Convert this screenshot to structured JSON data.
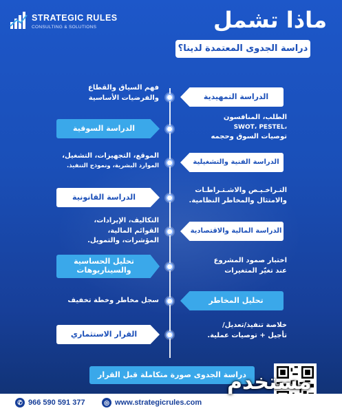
{
  "brand": {
    "title": "STRATEGIC RULES",
    "subtitle": "CONSULTING & SOLUTIONS"
  },
  "header": {
    "title": "ماذا تشمل",
    "subtitle": "دراسة الجدوى المعتمدة لدينا؟"
  },
  "steps": [
    {
      "label": "الدراسة التمهيدية",
      "lines": [
        "فهم السياق والقطاع",
        "والفرضيات الأساسية"
      ]
    },
    {
      "label": "الدراسة السوقية",
      "lines": [
        "الطلب، المنافسون",
        "،SWOT، PESTEL",
        "توصيات السوق وحجمه"
      ]
    },
    {
      "label": "الدراسة الفنية والتشغيلية",
      "lines": [
        "الموقع، التجهيزات، التشغيل،",
        "الموارد البشرية، ونموذج التنفيذ."
      ]
    },
    {
      "label": "الدراسة القانونية",
      "lines": [
        "التـراخـيـص والاشـتـراطـات",
        "والامتثال والمخاطر النظامية."
      ]
    },
    {
      "label": "الدراسة المالية والاقتصادية",
      "lines": [
        "التكاليف، الإيرادات،",
        "القوائم المالية،",
        "المؤشرات، والتمويل."
      ]
    },
    {
      "label_line1": "تحليل الحساسية",
      "label_line2": "والسيناريوهات",
      "lines": [
        "اختبار صمود المشروع",
        "عند تغيّر المتغيرات"
      ]
    },
    {
      "label": "تحليل المخاطر",
      "lines": [
        "سجل مخاطر وخطة تخفيف"
      ]
    },
    {
      "label": "القرار الاستثماري",
      "lines": [
        "خلاصة تنفيذ/تعديل/",
        "تأجيل + توصيات عملية."
      ]
    }
  ],
  "summary": "دراسة الجدوى صورة متكاملة قبل القرار",
  "contact": {
    "phone": "966 590 591 377",
    "website": "www.strategicrules.com"
  },
  "watermark": "مستخدم",
  "colors": {
    "background": "#1d57c9",
    "accent": "#3aa8ea",
    "box_white_text": "#1b4fb8"
  }
}
